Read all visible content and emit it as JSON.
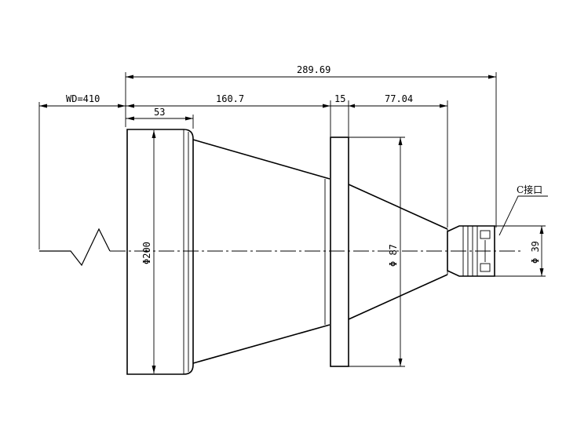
{
  "drawing": {
    "dimensions": {
      "overall_length": "289.69",
      "working_distance": "WD=410",
      "front_section": "53",
      "taper_length": "160.7",
      "flange_thickness": "15",
      "rear_length": "77.04",
      "front_diameter": "Φ200",
      "flange_diameter": "Φ 87",
      "mount_diameter": "Φ 39"
    },
    "callouts": {
      "mount": "C接口"
    }
  }
}
